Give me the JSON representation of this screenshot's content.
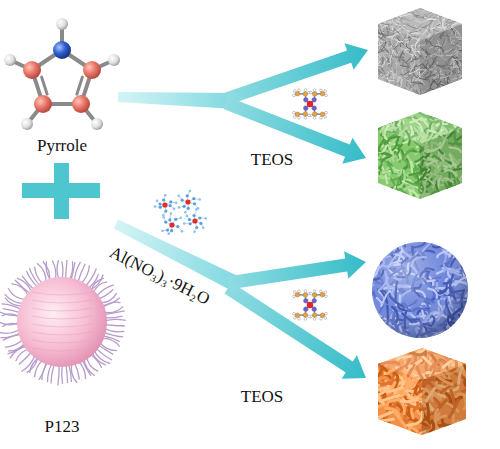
{
  "diagram": {
    "labels": [
      "Pyrrole",
      "TEOS",
      "Al(NO₃)₃·9H₂O",
      "TEOS",
      "P123"
    ]
  }
}
